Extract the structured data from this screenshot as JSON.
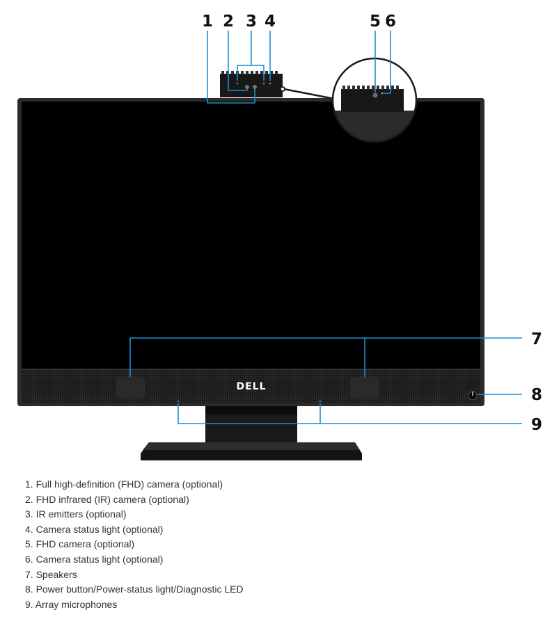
{
  "diagram": {
    "brand_logo": "DELL",
    "callouts": [
      "1",
      "2",
      "3",
      "4",
      "5",
      "6",
      "7",
      "8",
      "9"
    ],
    "line_color": "#1a8fd1"
  },
  "legend": [
    "1. Full high-definition (FHD) camera (optional)",
    "2. FHD infrared (IR) camera (optional)",
    "3. IR emitters (optional)",
    "4. Camera status light (optional)",
    "5. FHD camera (optional)",
    "6. Camera status light (optional)",
    "7. Speakers",
    "8. Power button/Power-status light/Diagnostic LED",
    "9. Array microphones"
  ]
}
